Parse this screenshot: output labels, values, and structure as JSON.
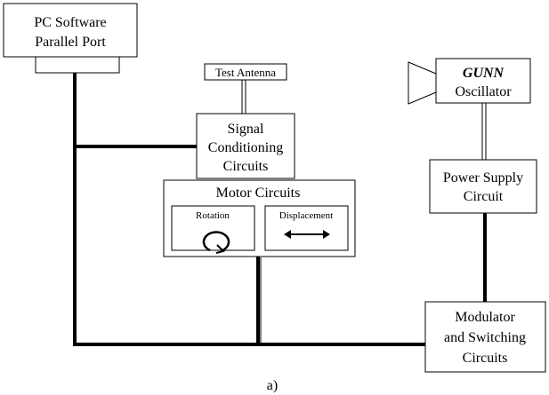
{
  "diagram": {
    "pc_box": {
      "line1": "PC Software",
      "line2": "Parallel Port"
    },
    "test_antenna": "Test Antenna",
    "signal_box": {
      "line1": "Signal",
      "line2": "Conditioning",
      "line3": "Circuits"
    },
    "motor_box": {
      "title": "Motor Circuits",
      "rotation_label": "Rotation",
      "displacement_label": "Displacement"
    },
    "gunn_box": {
      "line1": "GUNN",
      "line2": "Oscillator"
    },
    "power_box": {
      "line1": "Power Supply",
      "line2": "Circuit"
    },
    "modulator_box": {
      "line1": "Modulator",
      "line2": "and Switching",
      "line3": "Circuits"
    },
    "caption": "a)"
  }
}
